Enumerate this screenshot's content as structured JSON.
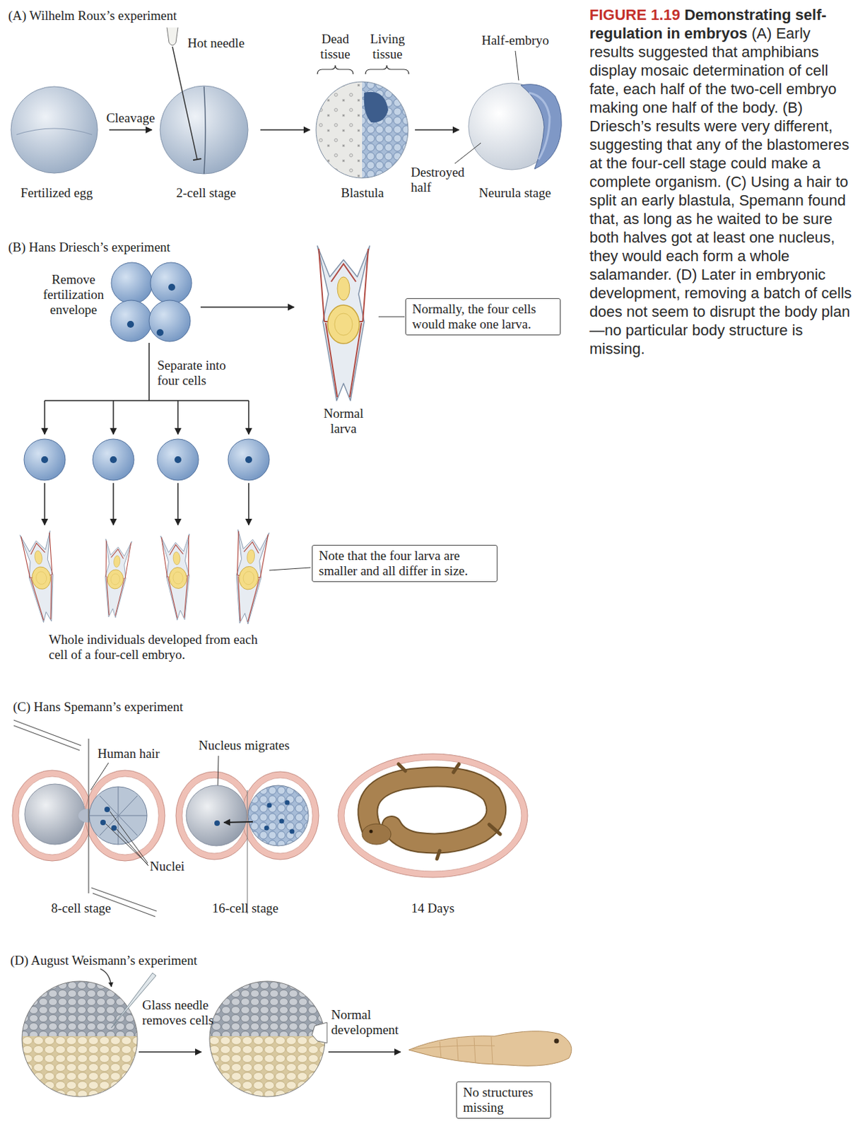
{
  "diagram": {
    "title": "Demonstrating self-regulation in embryos",
    "caption": "(A) Early results suggested that amphibians display mosaic determination of cell fate, each half of the two-cell embryo making one half of the body. (B) Driesch’s results were very different, suggesting that any of the blastomeres at the four-cell stage could make a complete organism. (C) Using a hair to split an early blastula, Spemann found that, as long as he waited to be sure both halves got at least one nucleus, they would each form a whole salamander. (D) Later in embryonic development, removing a batch of cells does not seem to disrupt the body plan—no particular body structure is missing.",
    "nodes": [
      {
        "text": [
          "Fertilized egg"
        ]
      },
      {
        "text": [
          "2-cell stage"
        ]
      },
      {
        "text": [
          "Blastula"
        ]
      },
      {
        "text": [
          "Neurula stage"
        ]
      },
      {
        "text": [
          "Normal larva"
        ]
      },
      {
        "text": [
          "Normally, the four cells would make one larva."
        ]
      },
      {
        "text": [
          "Note that the four larva are smaller and all differ in size."
        ]
      },
      {
        "text": [
          "No structures missing"
        ]
      }
    ],
    "edges": [
      {
        "from": 0,
        "to": 1,
        "label": "Cleavage",
        "arrow": "to"
      },
      {
        "from": 1,
        "to": 2,
        "arrow": "to"
      },
      {
        "from": 2,
        "to": 3,
        "arrow": "to"
      },
      {
        "from": 5,
        "to": 4,
        "arrow": "none"
      }
    ],
    "labels": [
      "FIGURE 1.19",
      "(A) Wilhelm Roux’s experiment",
      "Hot needle",
      "Dead tissue",
      "Living tissue",
      "Half-embryo",
      "Destroyed half",
      "(B) Hans Driesch’s experiment",
      "Remove fertilization envelope",
      "Separate into four cells",
      "Whole individuals developed from each cell of a four-cell embryo.",
      "(C) Hans Spemann’s experiment",
      "Human hair",
      "Nucleus migrates",
      "Nuclei",
      "8-cell stage",
      "16-cell stage",
      "14 Days",
      "(D) August Weismann’s experiment",
      "Glass needle removes cells",
      "Normal development"
    ]
  }
}
